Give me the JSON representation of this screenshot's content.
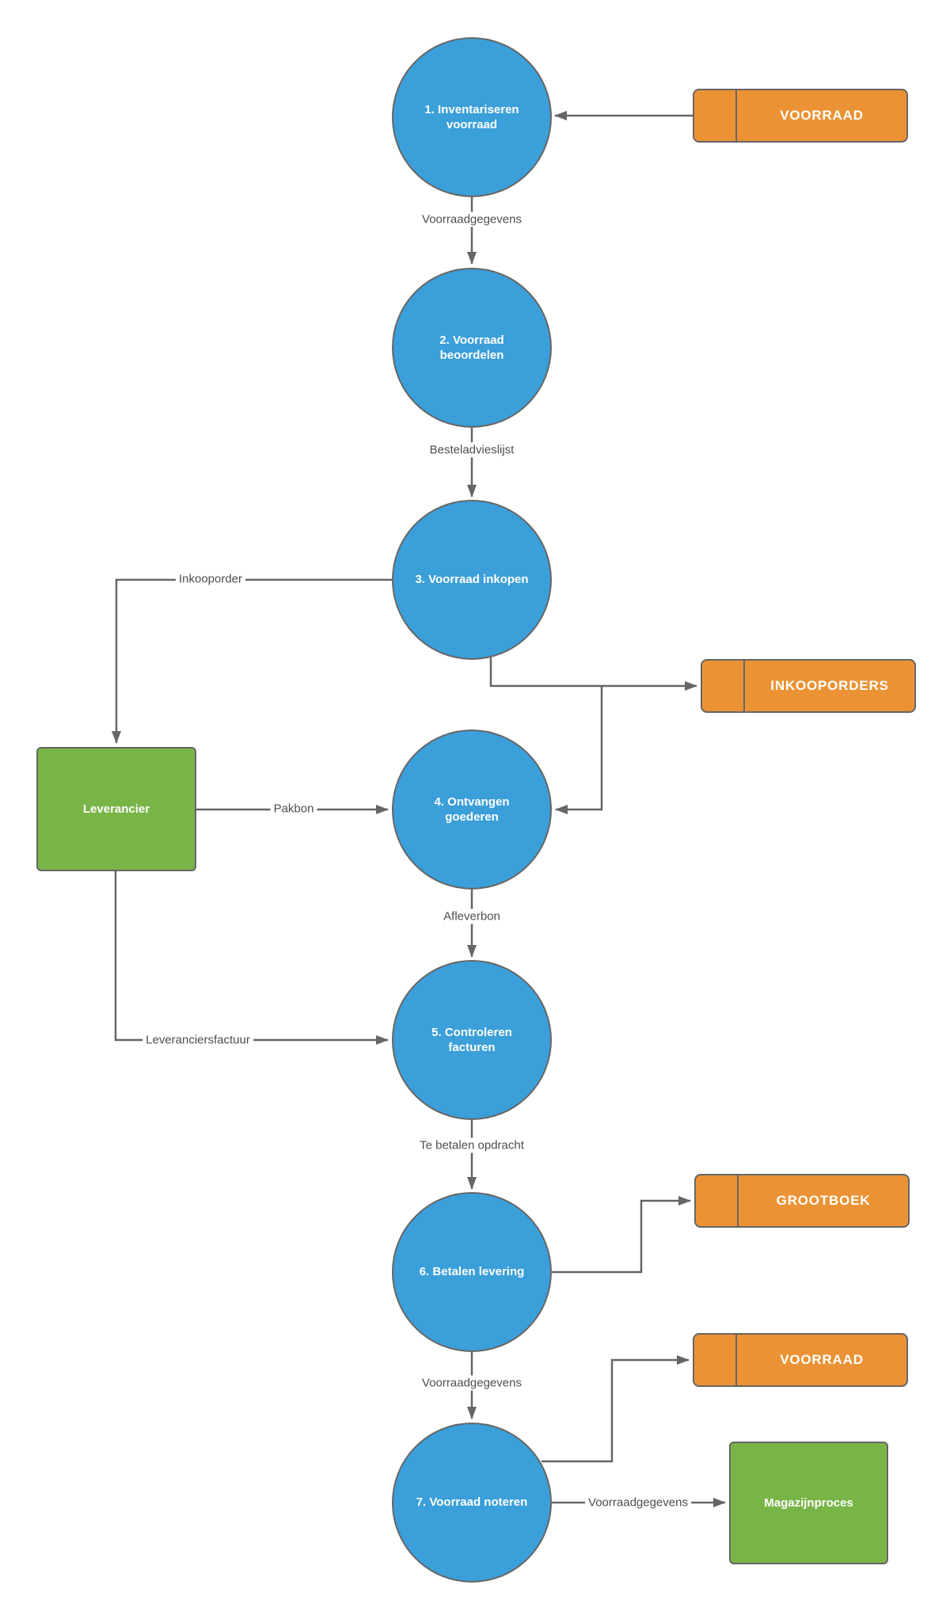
{
  "diagram": {
    "processes": [
      {
        "label": "1. Inventariseren voorraad"
      },
      {
        "label": "2. Voorraad beoordelen"
      },
      {
        "label": "3. Voorraad inkopen"
      },
      {
        "label": "4. Ontvangen goederen"
      },
      {
        "label": "5. Controleren facturen"
      },
      {
        "label": "6. Betalen levering"
      },
      {
        "label": "7. Voorraad noteren"
      }
    ],
    "stores": [
      {
        "label": "VOORRAAD"
      },
      {
        "label": "INKOOPORDERS"
      },
      {
        "label": "GROOTBOEK"
      },
      {
        "label": "VOORRAAD"
      }
    ],
    "entities": [
      {
        "label": "Leverancier"
      },
      {
        "label": "Magazijnproces"
      }
    ],
    "flows": [
      {
        "from": "VOORRAAD",
        "to": "1. Inventariseren voorraad",
        "label": ""
      },
      {
        "from": "1. Inventariseren voorraad",
        "to": "2. Voorraad beoordelen",
        "label": "Voorraadgegevens"
      },
      {
        "from": "2. Voorraad beoordelen",
        "to": "3. Voorraad inkopen",
        "label": "Besteladvieslijst"
      },
      {
        "from": "3. Voorraad inkopen",
        "to": "Leverancier",
        "label": "Inkooporder"
      },
      {
        "from": "3. Voorraad inkopen",
        "to": "INKOOPORDERS",
        "label": ""
      },
      {
        "from": "INKOOPORDERS",
        "to": "4. Ontvangen goederen",
        "label": ""
      },
      {
        "from": "Leverancier",
        "to": "4. Ontvangen goederen",
        "label": "Pakbon"
      },
      {
        "from": "4. Ontvangen goederen",
        "to": "5. Controleren facturen",
        "label": "Afleverbon"
      },
      {
        "from": "Leverancier",
        "to": "5. Controleren facturen",
        "label": "Leveranciersfactuur"
      },
      {
        "from": "5. Controleren facturen",
        "to": "6. Betalen levering",
        "label": "Te betalen opdracht"
      },
      {
        "from": "6. Betalen levering",
        "to": "GROOTBOEK",
        "label": ""
      },
      {
        "from": "6. Betalen levering",
        "to": "7. Voorraad noteren",
        "label": "Voorraadgegevens"
      },
      {
        "from": "7. Voorraad noteren",
        "to": "VOORRAAD",
        "label": ""
      },
      {
        "from": "7. Voorraad noteren",
        "to": "Magazijnproces",
        "label": "Voorraadgegevens"
      }
    ],
    "colors": {
      "process_fill": "#3B9FD9",
      "store_fill": "#EB9334",
      "entity_fill": "#79B447",
      "shape_border": "#666666",
      "connector": "#666666",
      "shape_text": "#FFFFFF",
      "label_text": "#4D4D4D",
      "background": "#FFFFFF"
    }
  }
}
